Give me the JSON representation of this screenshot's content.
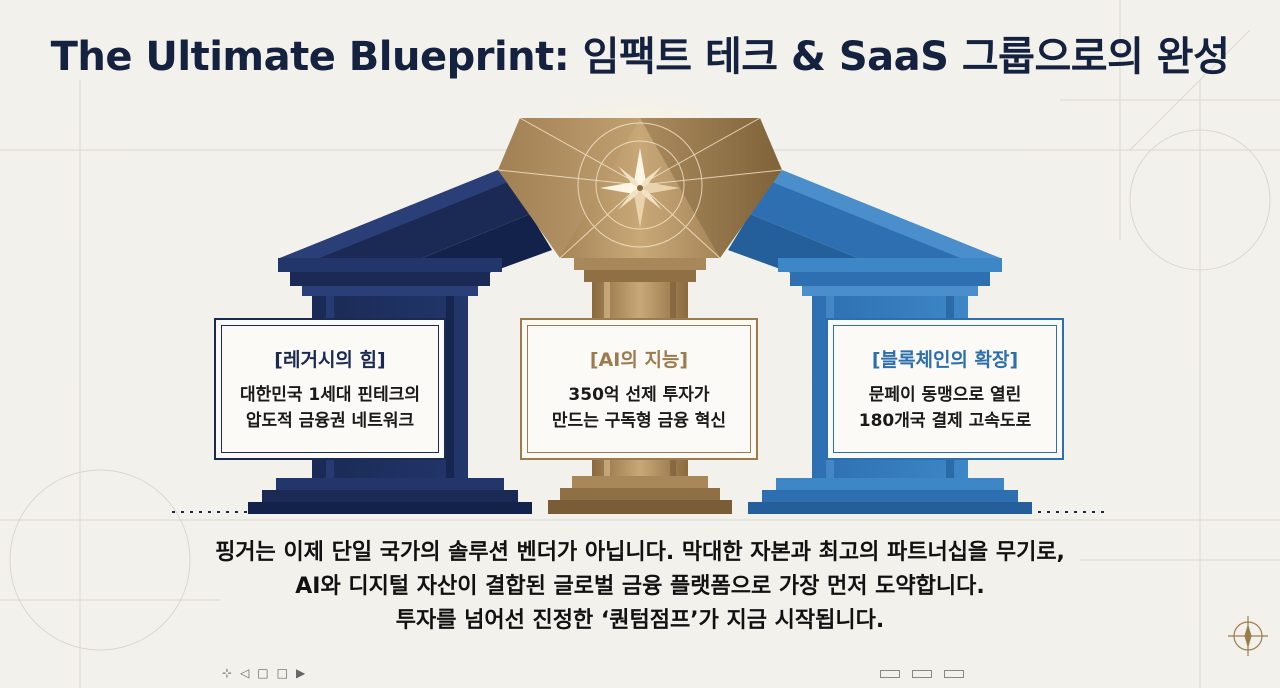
{
  "title": "The Ultimate Blueprint: 임팩트 테크 & SaaS 그룹으로의 완성",
  "pillars": [
    {
      "heading": "[레거시의 힘]",
      "lines": [
        "대한민국 1세대 핀테크의",
        "압도적 금융권 네트워크"
      ]
    },
    {
      "heading": "[AI의 지능]",
      "lines": [
        "350억 선제 투자가",
        "만드는 구독형 금융 혁신"
      ]
    },
    {
      "heading": "[블록체인의 확장]",
      "lines": [
        "문페이 동맹으로 열린",
        "180개국 결제 고속도로"
      ]
    }
  ],
  "caption": [
    "핑거는 이제 단일 국가의 솔루션 벤더가 아닙니다. 막대한 자본과 최고의 파트너십을 무기로,",
    "AI와 디지털 자산이 결합된 글로벌 금융 플랫폼으로 가장 먼저 도약합니다.",
    "투자를 넘어선 진정한 ‘퀀텀점프’가 지금 시작됩니다."
  ],
  "colors": {
    "legacy": "#1b2a52",
    "ai": "#9c7c4e",
    "chain": "#2c6fae",
    "title": "#14213f",
    "background": "#f3f1eb"
  },
  "icons": {
    "capstone": "compass-rose-icon",
    "corner": "compass-icon"
  }
}
